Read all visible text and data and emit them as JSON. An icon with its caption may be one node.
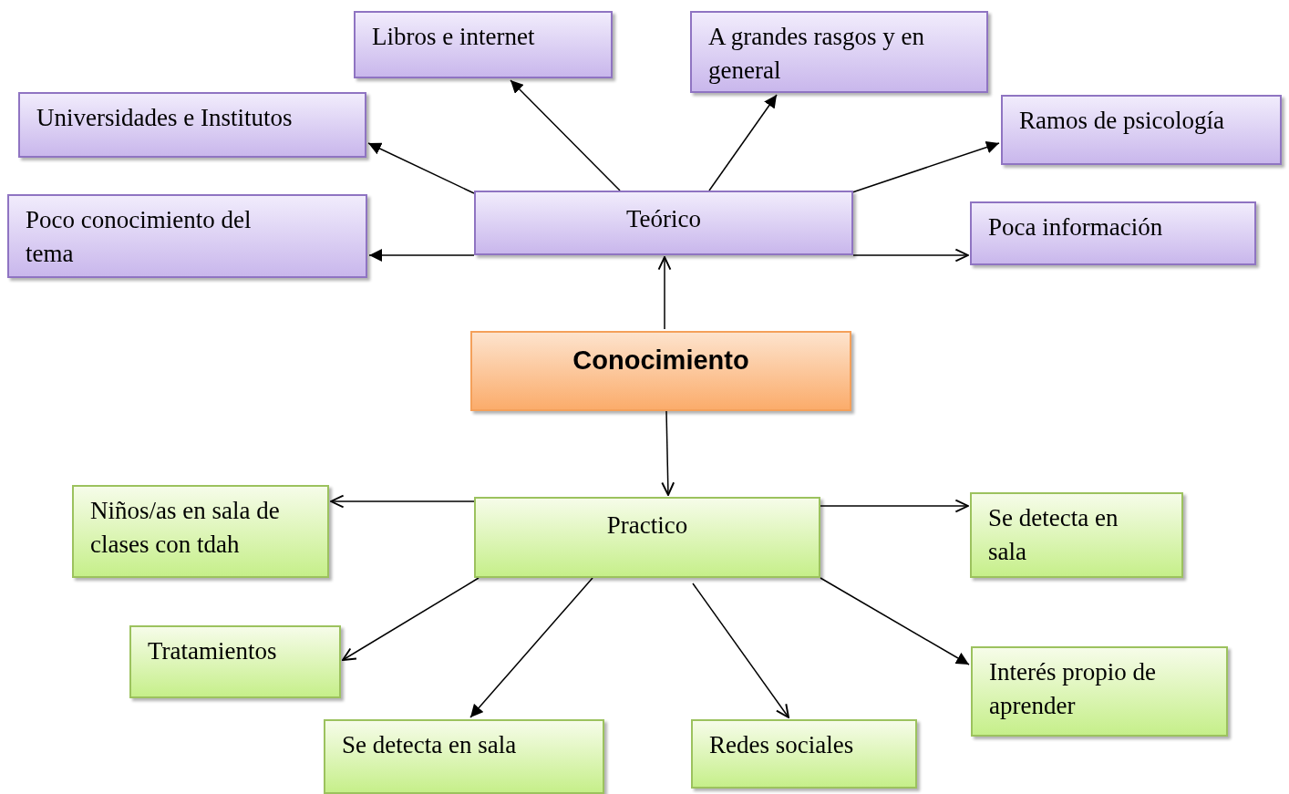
{
  "diagram": {
    "nodes": [
      {
        "text": [
          "Conocimiento"
        ]
      },
      {
        "text": [
          "Teórico"
        ]
      },
      {
        "text": [
          "Libros e internet"
        ]
      },
      {
        "text": [
          "A grandes rasgos y en general"
        ]
      },
      {
        "text": [
          "Universidades e Institutos"
        ]
      },
      {
        "text": [
          "Ramos de psicología"
        ]
      },
      {
        "text": [
          "Poco conocimiento del tema"
        ]
      },
      {
        "text": [
          "Poca información"
        ]
      },
      {
        "text": [
          "Practico"
        ]
      },
      {
        "text": [
          "Niños/as en sala de clases con tdah"
        ]
      },
      {
        "text": [
          "Se detecta en sala"
        ]
      },
      {
        "text": [
          "Tratamientos"
        ]
      },
      {
        "text": [
          "Se detecta en sala"
        ]
      },
      {
        "text": [
          "Redes sociales"
        ]
      },
      {
        "text": [
          "Interés propio de aprender"
        ]
      }
    ],
    "edges": [
      {
        "from": 0,
        "to": 1,
        "arrow": "to"
      },
      {
        "from": 1,
        "to": 2,
        "arrow": "to"
      },
      {
        "from": 1,
        "to": 3,
        "arrow": "to"
      },
      {
        "from": 1,
        "to": 4,
        "arrow": "to"
      },
      {
        "from": 1,
        "to": 5,
        "arrow": "to"
      },
      {
        "from": 1,
        "to": 6,
        "arrow": "to"
      },
      {
        "from": 1,
        "to": 7,
        "arrow": "to"
      },
      {
        "from": 0,
        "to": 8,
        "arrow": "to"
      },
      {
        "from": 8,
        "to": 9,
        "arrow": "to"
      },
      {
        "from": 8,
        "to": 10,
        "arrow": "to"
      },
      {
        "from": 8,
        "to": 11,
        "arrow": "to"
      },
      {
        "from": 8,
        "to": 12,
        "arrow": "to"
      },
      {
        "from": 8,
        "to": 13,
        "arrow": "to"
      },
      {
        "from": 8,
        "to": 14,
        "arrow": "to"
      }
    ]
  }
}
